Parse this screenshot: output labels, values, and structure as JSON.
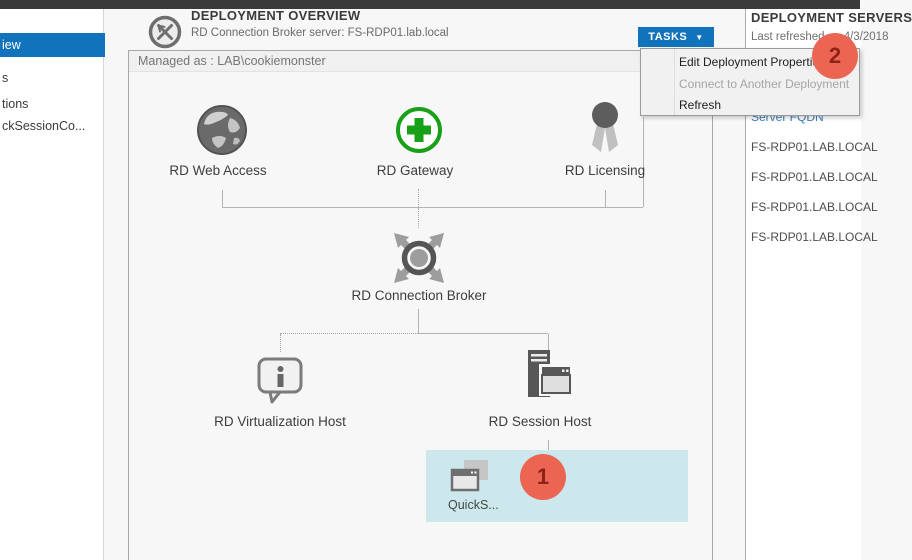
{
  "sidebar": {
    "items": [
      {
        "label": "iew",
        "selected": true
      },
      {
        "label": "s",
        "selected": false
      },
      {
        "label": "tions",
        "selected": false
      },
      {
        "label": "ckSessionCo...",
        "selected": false
      }
    ]
  },
  "overview": {
    "title": "DEPLOYMENT OVERVIEW",
    "subtitle": "RD Connection Broker server: FS-RDP01.lab.local",
    "managed_as": "Managed as : LAB\\cookiemonster",
    "tasks_button": "TASKS",
    "nodes": {
      "web_access": "RD Web Access",
      "gateway": "RD Gateway",
      "licensing": "RD Licensing",
      "broker": "RD Connection Broker",
      "virtualization": "RD Virtualization Host",
      "session_host": "RD Session Host"
    },
    "collection": {
      "label": "QuickS..."
    }
  },
  "tasks_menu": {
    "items": [
      {
        "label": "Edit Deployment Properties",
        "enabled": true
      },
      {
        "label": "Connect to Another Deployment",
        "enabled": false
      },
      {
        "label": "Refresh",
        "enabled": true
      }
    ]
  },
  "annotations": {
    "step1": "1",
    "step2": "2"
  },
  "servers_panel": {
    "title": "DEPLOYMENT SERVERS",
    "last_refreshed": "Last refreshed on 4/3/2018",
    "column_header": "Server FQDN",
    "rows": [
      "FS-RDP01.LAB.LOCAL",
      "FS-RDP01.LAB.LOCAL",
      "FS-RDP01.LAB.LOCAL",
      "FS-RDP01.LAB.LOCAL"
    ]
  },
  "colors": {
    "accent_blue": "#1173bb",
    "badge_red": "#ec6452",
    "badge_text": "#8e2216",
    "collection_bg": "#cde8ec",
    "gateway_green": "#18a018",
    "link_blue": "#3c7ebf",
    "top_strip": "#3a3a3a"
  }
}
